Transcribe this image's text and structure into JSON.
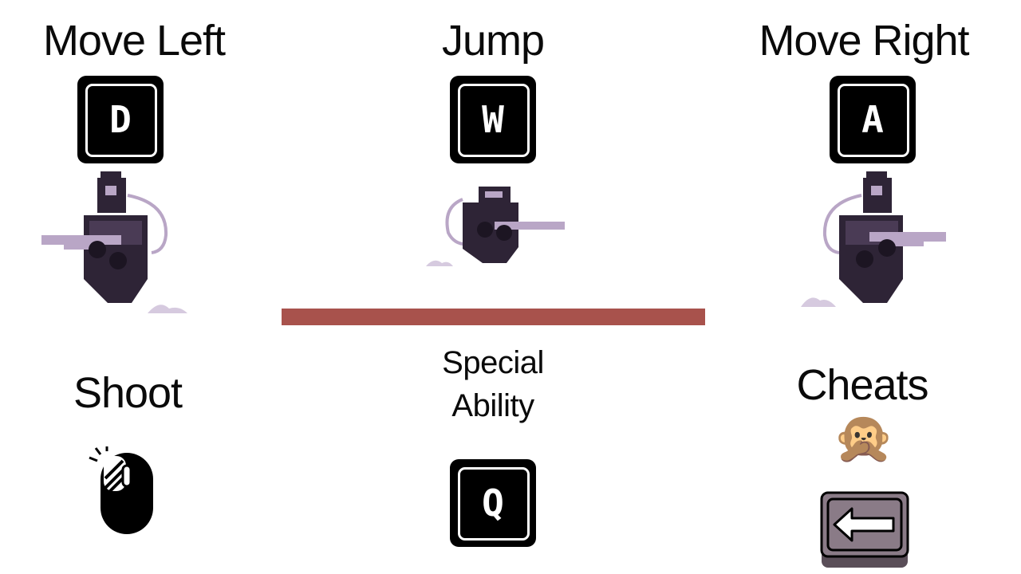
{
  "colors": {
    "key_bg": "#000000",
    "divider": "#a8524c",
    "sprite_dark": "#2e2436",
    "sprite_mid": "#4a3b55",
    "sprite_light": "#b9a6c6",
    "backspace_key": "#8a7b87"
  },
  "controls": {
    "move_left": {
      "label": "Move Left",
      "key": "D"
    },
    "jump": {
      "label": "Jump",
      "key": "W"
    },
    "move_right": {
      "label": "Move Right",
      "key": "A"
    },
    "shoot": {
      "label": "Shoot",
      "input": "mouse-left-click-icon"
    },
    "special": {
      "label_line1": "Special",
      "label_line2": "Ability",
      "key": "Q"
    },
    "cheats": {
      "label": "Cheats",
      "emoji": "🙊",
      "input": "backspace-key-icon"
    }
  }
}
